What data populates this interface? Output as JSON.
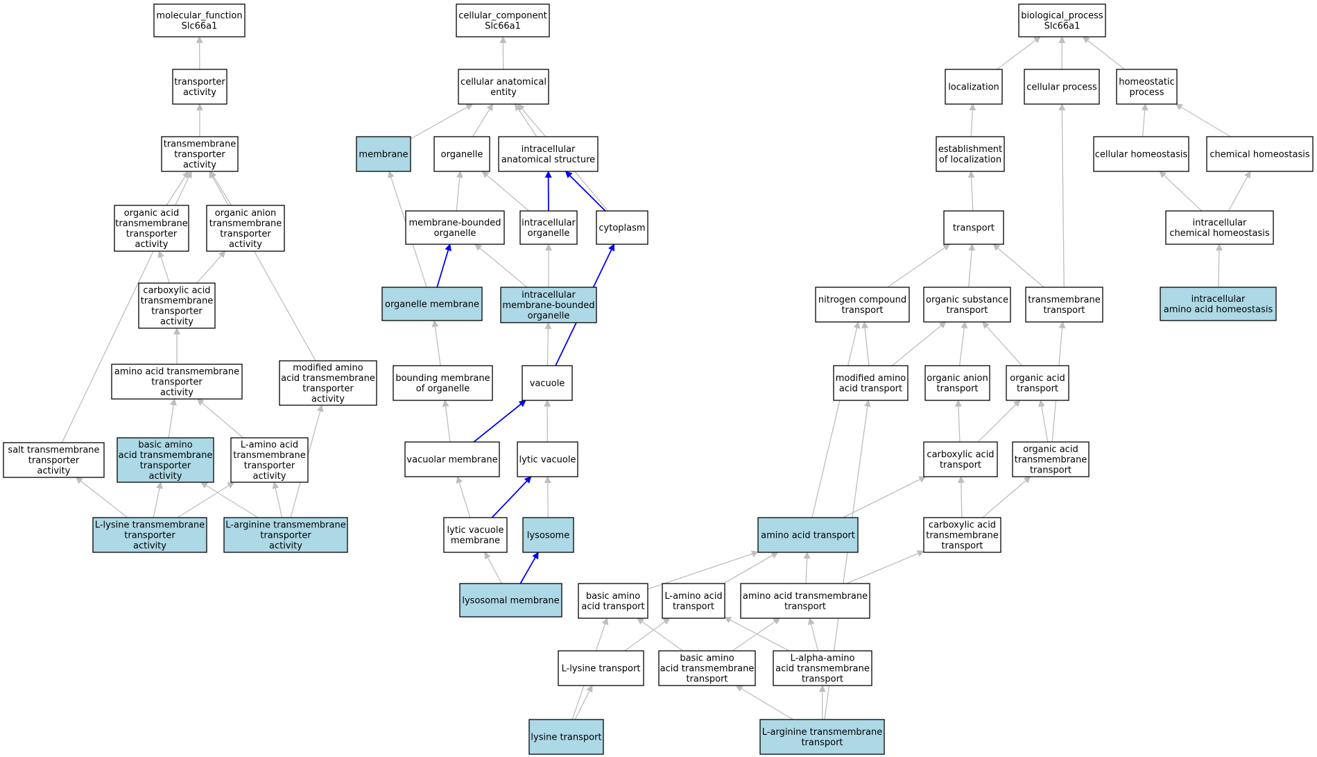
{
  "colors": {
    "highlight_fill": "#add8e6",
    "normal_fill": "#ffffff",
    "grey_edge": "#bebebe",
    "blue_edge": "#0000ff",
    "border": "#000000"
  },
  "nodes": [
    {
      "id": "mf",
      "label": "molecular_function\nSlc66a1",
      "hl": false
    },
    {
      "id": "ta",
      "label": "transporter\nactivity",
      "hl": false
    },
    {
      "id": "tta",
      "label": "transmembrane\ntransporter\nactivity",
      "hl": false
    },
    {
      "id": "oacid_tta",
      "label": "organic acid\ntransmembrane\ntransporter\nactivity",
      "hl": false
    },
    {
      "id": "oanion_tta",
      "label": "organic anion\ntransmembrane\ntransporter\nactivity",
      "hl": false
    },
    {
      "id": "carb_tta",
      "label": "carboxylic acid\ntransmembrane\ntransporter\nactivity",
      "hl": false
    },
    {
      "id": "aa_tta",
      "label": "amino acid transmembrane\ntransporter\nactivity",
      "hl": false
    },
    {
      "id": "mod_tta",
      "label": "modified amino\nacid transmembrane\ntransporter\nactivity",
      "hl": false
    },
    {
      "id": "salt_tta",
      "label": "salt transmembrane\ntransporter\nactivity",
      "hl": false
    },
    {
      "id": "basic_tta",
      "label": "basic amino\nacid transmembrane\ntransporter\nactivity",
      "hl": true
    },
    {
      "id": "laa_tta",
      "label": "L-amino acid\ntransmembrane\ntransporter\nactivity",
      "hl": false
    },
    {
      "id": "lys_tta",
      "label": "L-lysine transmembrane\ntransporter\nactivity",
      "hl": true
    },
    {
      "id": "arg_tta",
      "label": "L-arginine transmembrane\ntransporter\nactivity",
      "hl": true
    },
    {
      "id": "cc",
      "label": "cellular_component\nSlc66a1",
      "hl": false
    },
    {
      "id": "cae",
      "label": "cellular anatomical\nentity",
      "hl": false
    },
    {
      "id": "memb",
      "label": "membrane",
      "hl": true
    },
    {
      "id": "org",
      "label": "organelle",
      "hl": false
    },
    {
      "id": "ias",
      "label": "intracellular\nanatomical structure",
      "hl": false
    },
    {
      "id": "mbo",
      "label": "membrane-bounded\norganelle",
      "hl": false
    },
    {
      "id": "io",
      "label": "intracellular\norganelle",
      "hl": false
    },
    {
      "id": "cyto",
      "label": "cytoplasm",
      "hl": false
    },
    {
      "id": "om",
      "label": "organelle membrane",
      "hl": true
    },
    {
      "id": "imbo",
      "label": "intracellular\nmembrane-bounded\norganelle",
      "hl": true
    },
    {
      "id": "bmo",
      "label": "bounding membrane\nof organelle",
      "hl": false
    },
    {
      "id": "vac",
      "label": "vacuole",
      "hl": false
    },
    {
      "id": "vm",
      "label": "vacuolar membrane",
      "hl": false
    },
    {
      "id": "lv",
      "label": "lytic vacuole",
      "hl": false
    },
    {
      "id": "lvm",
      "label": "lytic vacuole\nmembrane",
      "hl": false
    },
    {
      "id": "lyso",
      "label": "lysosome",
      "hl": true
    },
    {
      "id": "lysom",
      "label": "lysosomal membrane",
      "hl": true
    },
    {
      "id": "bp",
      "label": "biological_process\nSlc66a1",
      "hl": false
    },
    {
      "id": "loc",
      "label": "localization",
      "hl": false
    },
    {
      "id": "cp",
      "label": "cellular process",
      "hl": false
    },
    {
      "id": "hp",
      "label": "homeostatic\nprocess",
      "hl": false
    },
    {
      "id": "eol",
      "label": "establishment\nof localization",
      "hl": false
    },
    {
      "id": "ch",
      "label": "cellular homeostasis",
      "hl": false
    },
    {
      "id": "chemh",
      "label": "chemical homeostasis",
      "hl": false
    },
    {
      "id": "ich",
      "label": "intracellular\nchemical homeostasis",
      "hl": false
    },
    {
      "id": "iaah",
      "label": "intracellular\namino acid homeostasis",
      "hl": true
    },
    {
      "id": "tr",
      "label": "transport",
      "hl": false
    },
    {
      "id": "nct",
      "label": "nitrogen compound\ntransport",
      "hl": false
    },
    {
      "id": "ost",
      "label": "organic substance\ntransport",
      "hl": false
    },
    {
      "id": "tmt",
      "label": "transmembrane\ntransport",
      "hl": false
    },
    {
      "id": "mat",
      "label": "modified amino\nacid transport",
      "hl": false
    },
    {
      "id": "oant",
      "label": "organic anion\ntransport",
      "hl": false
    },
    {
      "id": "oact",
      "label": "organic acid\ntransport",
      "hl": false
    },
    {
      "id": "cat",
      "label": "carboxylic acid\ntransport",
      "hl": false
    },
    {
      "id": "oatt",
      "label": "organic acid\ntransmembrane\ntransport",
      "hl": false
    },
    {
      "id": "aat",
      "label": "amino acid transport",
      "hl": true
    },
    {
      "id": "catt",
      "label": "carboxylic acid\ntransmembrane\ntransport",
      "hl": false
    },
    {
      "id": "baat",
      "label": "basic amino\nacid transport",
      "hl": false
    },
    {
      "id": "laat",
      "label": "L-amino acid\ntransport",
      "hl": false
    },
    {
      "id": "aatt",
      "label": "amino acid transmembrane\ntransport",
      "hl": false
    },
    {
      "id": "lyst",
      "label": "L-lysine transport",
      "hl": false
    },
    {
      "id": "baatt",
      "label": "basic amino\nacid transmembrane\ntransport",
      "hl": false
    },
    {
      "id": "laaatt",
      "label": "L-alpha-amino\nacid transmembrane\ntransport",
      "hl": false
    },
    {
      "id": "lysinet",
      "label": "lysine transport",
      "hl": true
    },
    {
      "id": "argt",
      "label": "L-arginine transmembrane\ntransport",
      "hl": true
    }
  ],
  "edges": [
    {
      "from": "ta",
      "to": "mf",
      "color": "grey"
    },
    {
      "from": "tta",
      "to": "ta",
      "color": "grey"
    },
    {
      "from": "oacid_tta",
      "to": "tta",
      "color": "grey"
    },
    {
      "from": "oanion_tta",
      "to": "tta",
      "color": "grey"
    },
    {
      "from": "carb_tta",
      "to": "oacid_tta",
      "color": "grey"
    },
    {
      "from": "carb_tta",
      "to": "oanion_tta",
      "color": "grey"
    },
    {
      "from": "aa_tta",
      "to": "carb_tta",
      "color": "grey"
    },
    {
      "from": "salt_tta",
      "to": "tta",
      "color": "grey"
    },
    {
      "from": "mod_tta",
      "to": "tta",
      "color": "grey"
    },
    {
      "from": "basic_tta",
      "to": "aa_tta",
      "color": "grey"
    },
    {
      "from": "laa_tta",
      "to": "aa_tta",
      "color": "grey"
    },
    {
      "from": "lys_tta",
      "to": "salt_tta",
      "color": "grey"
    },
    {
      "from": "lys_tta",
      "to": "basic_tta",
      "color": "grey"
    },
    {
      "from": "lys_tta",
      "to": "laa_tta",
      "color": "grey"
    },
    {
      "from": "arg_tta",
      "to": "basic_tta",
      "color": "grey"
    },
    {
      "from": "arg_tta",
      "to": "laa_tta",
      "color": "grey"
    },
    {
      "from": "arg_tta",
      "to": "mod_tta",
      "color": "grey"
    },
    {
      "from": "cae",
      "to": "cc",
      "color": "grey"
    },
    {
      "from": "memb",
      "to": "cae",
      "color": "grey"
    },
    {
      "from": "org",
      "to": "cae",
      "color": "grey"
    },
    {
      "from": "ias",
      "to": "cae",
      "color": "grey"
    },
    {
      "from": "cyto",
      "to": "cae",
      "color": "grey"
    },
    {
      "from": "mbo",
      "to": "org",
      "color": "grey"
    },
    {
      "from": "io",
      "to": "org",
      "color": "grey"
    },
    {
      "from": "io",
      "to": "ias",
      "color": "blue"
    },
    {
      "from": "cyto",
      "to": "ias",
      "color": "blue"
    },
    {
      "from": "om",
      "to": "memb",
      "color": "grey"
    },
    {
      "from": "om",
      "to": "mbo",
      "color": "blue"
    },
    {
      "from": "imbo",
      "to": "mbo",
      "color": "grey"
    },
    {
      "from": "imbo",
      "to": "io",
      "color": "grey"
    },
    {
      "from": "bmo",
      "to": "om",
      "color": "grey"
    },
    {
      "from": "vac",
      "to": "imbo",
      "color": "grey"
    },
    {
      "from": "vac",
      "to": "cyto",
      "color": "blue"
    },
    {
      "from": "vm",
      "to": "bmo",
      "color": "grey"
    },
    {
      "from": "vm",
      "to": "vac",
      "color": "blue"
    },
    {
      "from": "lv",
      "to": "vac",
      "color": "grey"
    },
    {
      "from": "lvm",
      "to": "vm",
      "color": "grey"
    },
    {
      "from": "lvm",
      "to": "lv",
      "color": "blue"
    },
    {
      "from": "lyso",
      "to": "lv",
      "color": "grey"
    },
    {
      "from": "lysom",
      "to": "lvm",
      "color": "grey"
    },
    {
      "from": "lysom",
      "to": "lyso",
      "color": "blue"
    },
    {
      "from": "loc",
      "to": "bp",
      "color": "grey"
    },
    {
      "from": "cp",
      "to": "bp",
      "color": "grey"
    },
    {
      "from": "hp",
      "to": "bp",
      "color": "grey"
    },
    {
      "from": "eol",
      "to": "loc",
      "color": "grey"
    },
    {
      "from": "ch",
      "to": "hp",
      "color": "grey"
    },
    {
      "from": "chemh",
      "to": "hp",
      "color": "grey"
    },
    {
      "from": "ich",
      "to": "ch",
      "color": "grey"
    },
    {
      "from": "ich",
      "to": "chemh",
      "color": "grey"
    },
    {
      "from": "iaah",
      "to": "ich",
      "color": "grey"
    },
    {
      "from": "tr",
      "to": "eol",
      "color": "grey"
    },
    {
      "from": "nct",
      "to": "tr",
      "color": "grey"
    },
    {
      "from": "ost",
      "to": "tr",
      "color": "grey"
    },
    {
      "from": "tmt",
      "to": "tr",
      "color": "grey"
    },
    {
      "from": "tmt",
      "to": "cp",
      "color": "grey"
    },
    {
      "from": "mat",
      "to": "nct",
      "color": "grey"
    },
    {
      "from": "mat",
      "to": "ost",
      "color": "grey"
    },
    {
      "from": "oant",
      "to": "ost",
      "color": "grey"
    },
    {
      "from": "oact",
      "to": "ost",
      "color": "grey"
    },
    {
      "from": "cat",
      "to": "oant",
      "color": "grey"
    },
    {
      "from": "cat",
      "to": "oact",
      "color": "grey"
    },
    {
      "from": "oatt",
      "to": "oact",
      "color": "grey"
    },
    {
      "from": "oatt",
      "to": "tmt",
      "color": "grey"
    },
    {
      "from": "aat",
      "to": "nct",
      "color": "grey"
    },
    {
      "from": "aat",
      "to": "cat",
      "color": "grey"
    },
    {
      "from": "catt",
      "to": "cat",
      "color": "grey"
    },
    {
      "from": "catt",
      "to": "oatt",
      "color": "grey"
    },
    {
      "from": "baat",
      "to": "aat",
      "color": "grey"
    },
    {
      "from": "laat",
      "to": "aat",
      "color": "grey"
    },
    {
      "from": "aatt",
      "to": "aat",
      "color": "grey"
    },
    {
      "from": "aatt",
      "to": "catt",
      "color": "grey"
    },
    {
      "from": "lyst",
      "to": "laat",
      "color": "grey"
    },
    {
      "from": "baatt",
      "to": "baat",
      "color": "grey"
    },
    {
      "from": "baatt",
      "to": "aatt",
      "color": "grey"
    },
    {
      "from": "laaatt",
      "to": "laat",
      "color": "grey"
    },
    {
      "from": "laaatt",
      "to": "aatt",
      "color": "grey"
    },
    {
      "from": "lysinet",
      "to": "baat",
      "color": "grey"
    },
    {
      "from": "lysinet",
      "to": "lyst",
      "color": "grey"
    },
    {
      "from": "argt",
      "to": "baatt",
      "color": "grey"
    },
    {
      "from": "argt",
      "to": "laaatt",
      "color": "grey"
    },
    {
      "from": "argt",
      "to": "mat",
      "color": "grey"
    }
  ]
}
